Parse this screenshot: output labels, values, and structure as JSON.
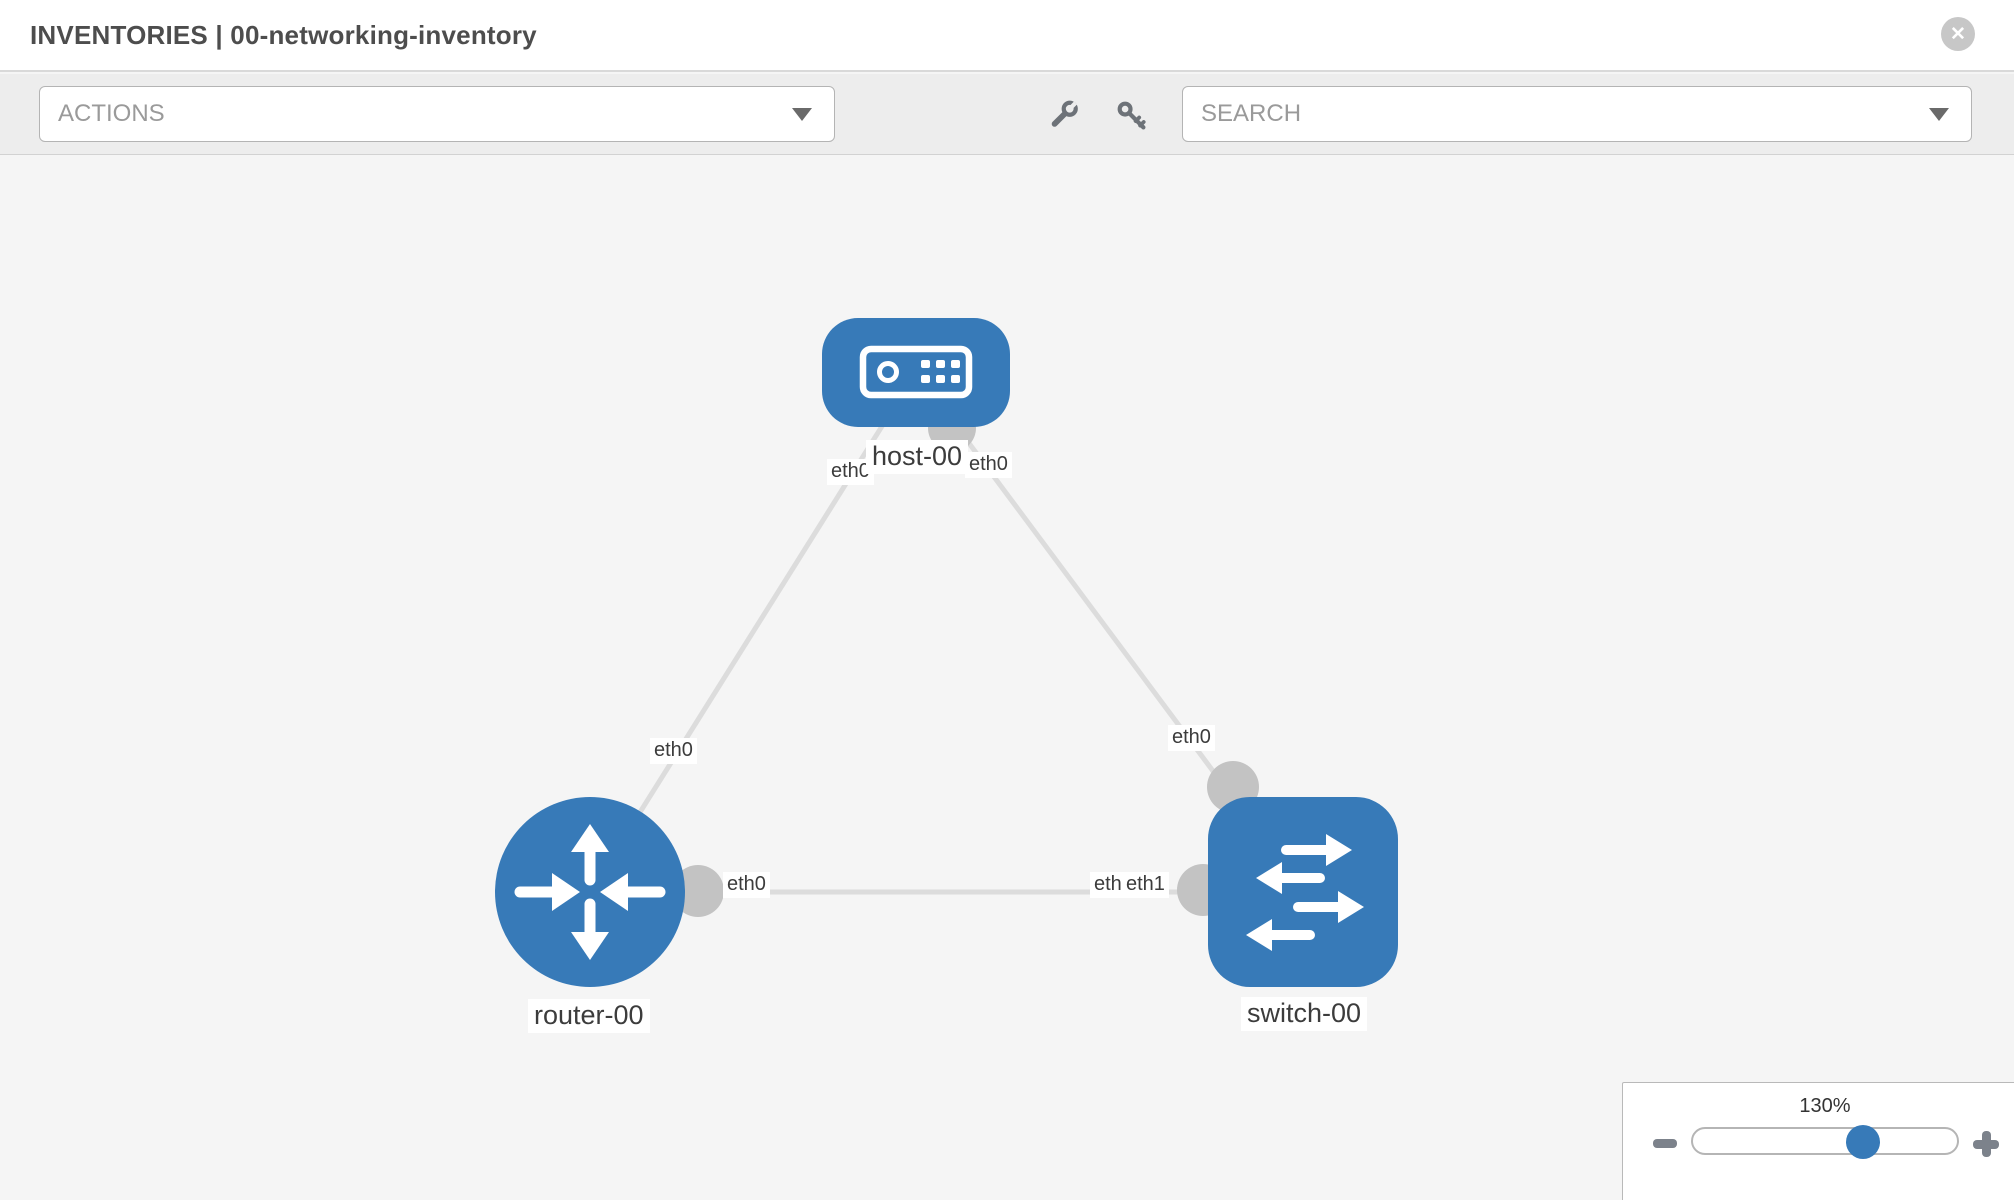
{
  "header": {
    "title": "INVENTORIES | 00-networking-inventory"
  },
  "icons": {
    "close": "✕",
    "chevron_down": "▾",
    "wrench": "wrench",
    "key": "key",
    "zoom_out": "minus",
    "zoom_in": "plus"
  },
  "toolbar": {
    "actions_label": "ACTIONS",
    "search_placeholder": "SEARCH"
  },
  "colors": {
    "node_fill": "#377ab8",
    "edge_stroke": "#dcdcdc",
    "port_fill": "#c3c3c3",
    "slider_thumb": "#377ab8",
    "label_text": "#3c3c3c",
    "toolbar_bg": "#ededed"
  },
  "canvas": {
    "nodes": [
      {
        "id": "host-00",
        "type": "host",
        "label": "host-00"
      },
      {
        "id": "router-00",
        "type": "router",
        "label": "router-00"
      },
      {
        "id": "switch-00",
        "type": "switch",
        "label": "switch-00"
      }
    ],
    "edges": [
      {
        "from": "host-00",
        "from_interface": "eth0",
        "to": "router-00",
        "to_interface": "eth0"
      },
      {
        "from": "host-00",
        "from_interface": "eth0",
        "to": "switch-00",
        "to_interface": "eth0"
      },
      {
        "from": "router-00",
        "from_interface": "eth0",
        "to": "switch-00",
        "to_interface": "eth1"
      }
    ],
    "edge_labels": {
      "host_to_router_at_host": "eth0",
      "host_to_switch_at_host": "eth0",
      "host_to_router_at_router": "eth0",
      "host_to_switch_at_switch": "eth0",
      "router_to_switch_at_router": "eth0",
      "router_to_switch_at_switch_under": "eth0",
      "router_to_switch_at_switch": "eth1"
    }
  },
  "zoom_panel": {
    "value": "130%"
  }
}
